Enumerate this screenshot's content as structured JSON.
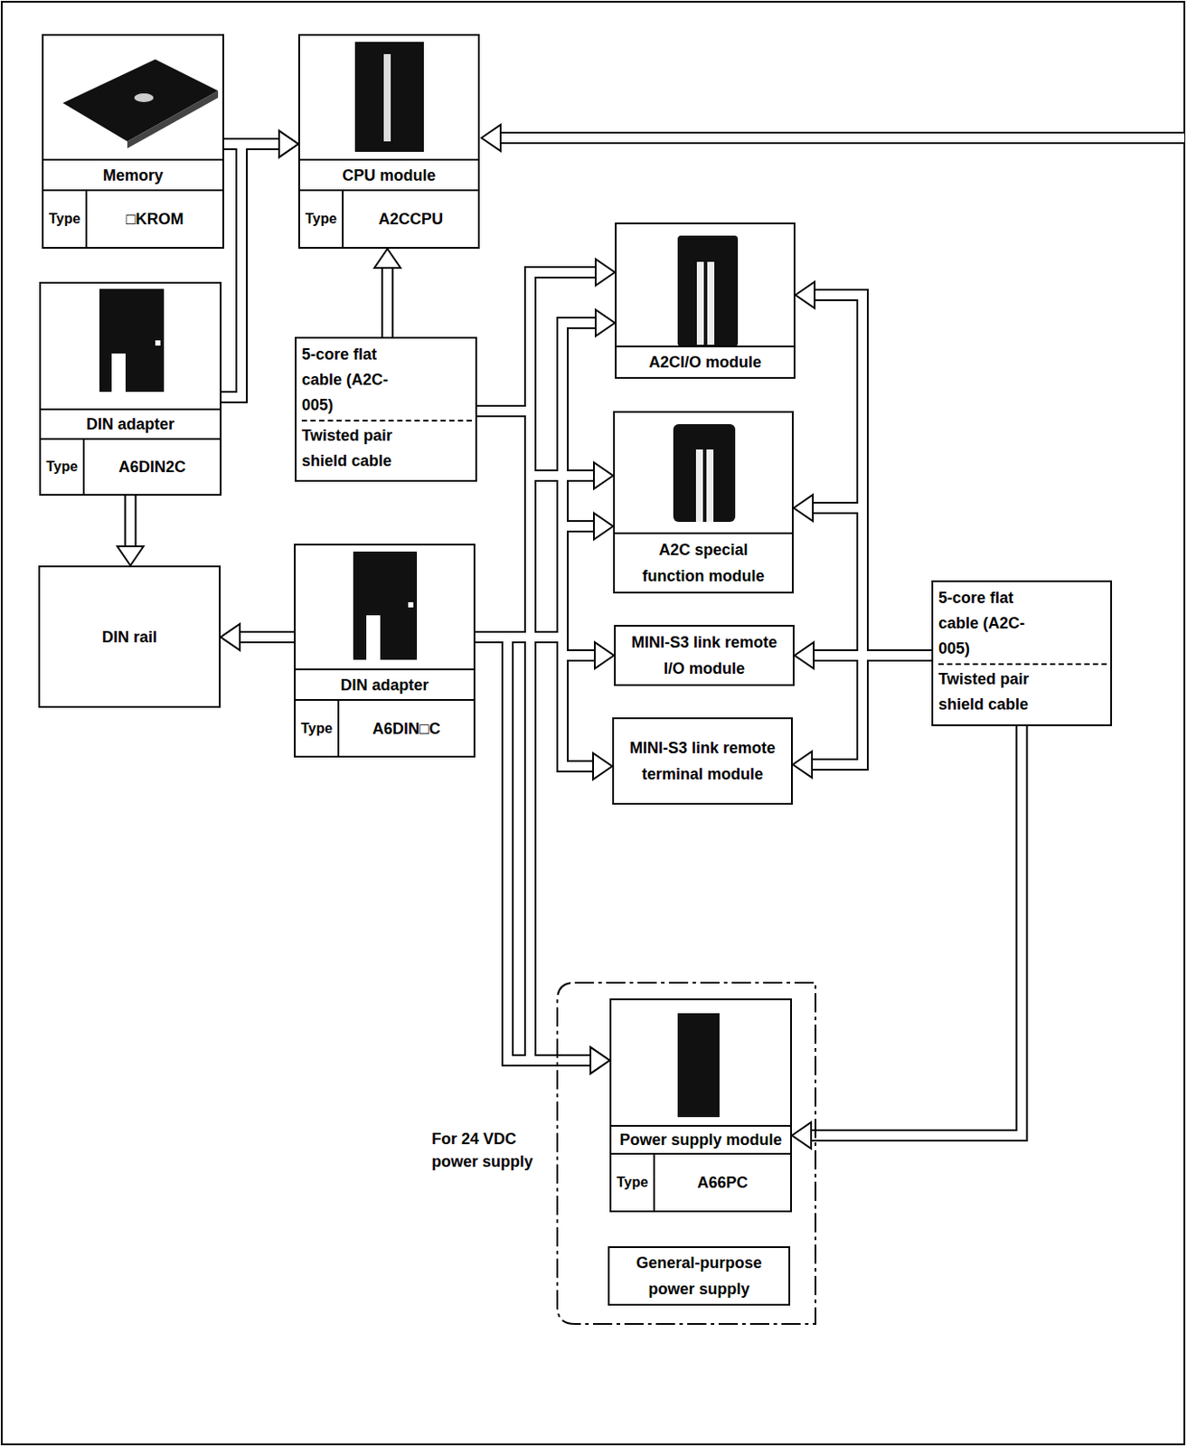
{
  "diagram": {
    "nodes": [
      {
        "text": [
          "Memory",
          "Type",
          "□KROM"
        ]
      },
      {
        "text": [
          "CPU module",
          "Type",
          "A2CCPU"
        ]
      },
      {
        "text": [
          "DIN adapter",
          "Type",
          "A6DIN2C"
        ]
      },
      {
        "text": [
          "5-core flat cable (A2C-005)",
          "Twisted pair shield cable"
        ]
      },
      {
        "text": [
          "A2CI/O module"
        ]
      },
      {
        "text": [
          "A2C special function module"
        ]
      },
      {
        "text": [
          "DIN rail"
        ]
      },
      {
        "text": [
          "DIN adapter",
          "Type",
          "A6DIN□C"
        ]
      },
      {
        "text": [
          "MINI-S3 link remote I/O module"
        ]
      },
      {
        "text": [
          "MINI-S3 link remote terminal module"
        ]
      },
      {
        "text": [
          "5-core flat cable (A2C-005)",
          "Twisted pair shield cable"
        ]
      },
      {
        "text": [
          "For 24 VDC power supply"
        ]
      },
      {
        "text": [
          "Power supply module",
          "Type",
          "A66PC"
        ],
        "in": 11
      },
      {
        "text": [
          "General-purpose power supply"
        ],
        "in": 11
      }
    ],
    "edges": [
      {
        "from": 0,
        "to": 1,
        "arrow": "to"
      },
      {
        "from": 2,
        "to": 1,
        "arrow": "to"
      },
      {
        "from": 2,
        "to": 6,
        "arrow": "to"
      },
      {
        "from": 3,
        "to": 1,
        "arrow": "to"
      },
      {
        "from": 3,
        "to": 4,
        "arrow": "to"
      },
      {
        "from": 3,
        "to": 5,
        "arrow": "to"
      },
      {
        "from": 3,
        "to": 12,
        "arrow": "to"
      },
      {
        "from": 7,
        "to": 6,
        "arrow": "to"
      },
      {
        "from": 7,
        "to": 4,
        "arrow": "to"
      },
      {
        "from": 7,
        "to": 5,
        "arrow": "to"
      },
      {
        "from": 7,
        "to": 8,
        "arrow": "to"
      },
      {
        "from": 7,
        "to": 9,
        "arrow": "to"
      },
      {
        "from": 7,
        "to": 12,
        "arrow": "to"
      },
      {
        "from": 10,
        "to": 4,
        "arrow": "to"
      },
      {
        "from": 10,
        "to": 5,
        "arrow": "to"
      },
      {
        "from": 10,
        "to": 8,
        "arrow": "to"
      },
      {
        "from": 10,
        "to": 9,
        "arrow": "to"
      },
      {
        "from": 10,
        "to": 12,
        "arrow": "to"
      }
    ]
  }
}
